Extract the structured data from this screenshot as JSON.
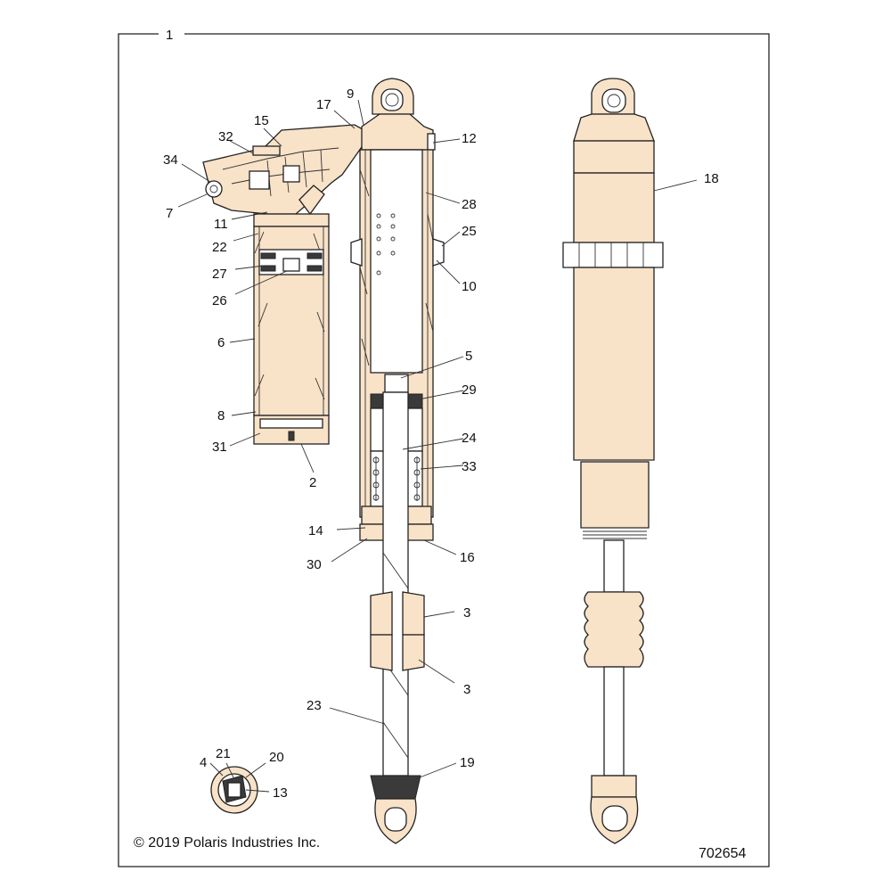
{
  "diagram": {
    "assembly_number": "1",
    "copyright": "© 2019 Polaris Industries Inc.",
    "figure_id": "702654",
    "callouts": [
      {
        "id": "c9",
        "label": "9"
      },
      {
        "id": "c17",
        "label": "17"
      },
      {
        "id": "c15",
        "label": "15"
      },
      {
        "id": "c32",
        "label": "32"
      },
      {
        "id": "c34",
        "label": "34"
      },
      {
        "id": "c7",
        "label": "7"
      },
      {
        "id": "c11",
        "label": "11"
      },
      {
        "id": "c22",
        "label": "22"
      },
      {
        "id": "c27",
        "label": "27"
      },
      {
        "id": "c26",
        "label": "26"
      },
      {
        "id": "c6",
        "label": "6"
      },
      {
        "id": "c8",
        "label": "8"
      },
      {
        "id": "c31",
        "label": "31"
      },
      {
        "id": "c2",
        "label": "2"
      },
      {
        "id": "c12",
        "label": "12"
      },
      {
        "id": "c28",
        "label": "28"
      },
      {
        "id": "c25",
        "label": "25"
      },
      {
        "id": "c10",
        "label": "10"
      },
      {
        "id": "c5",
        "label": "5"
      },
      {
        "id": "c29",
        "label": "29"
      },
      {
        "id": "c24",
        "label": "24"
      },
      {
        "id": "c33",
        "label": "33"
      },
      {
        "id": "c14",
        "label": "14"
      },
      {
        "id": "c30",
        "label": "30"
      },
      {
        "id": "c16",
        "label": "16"
      },
      {
        "id": "c3a",
        "label": "3"
      },
      {
        "id": "c3b",
        "label": "3"
      },
      {
        "id": "c23",
        "label": "23"
      },
      {
        "id": "c19",
        "label": "19"
      },
      {
        "id": "c18",
        "label": "18"
      },
      {
        "id": "c4",
        "label": "4"
      },
      {
        "id": "c21",
        "label": "21"
      },
      {
        "id": "c20",
        "label": "20"
      },
      {
        "id": "c13",
        "label": "13"
      }
    ]
  }
}
